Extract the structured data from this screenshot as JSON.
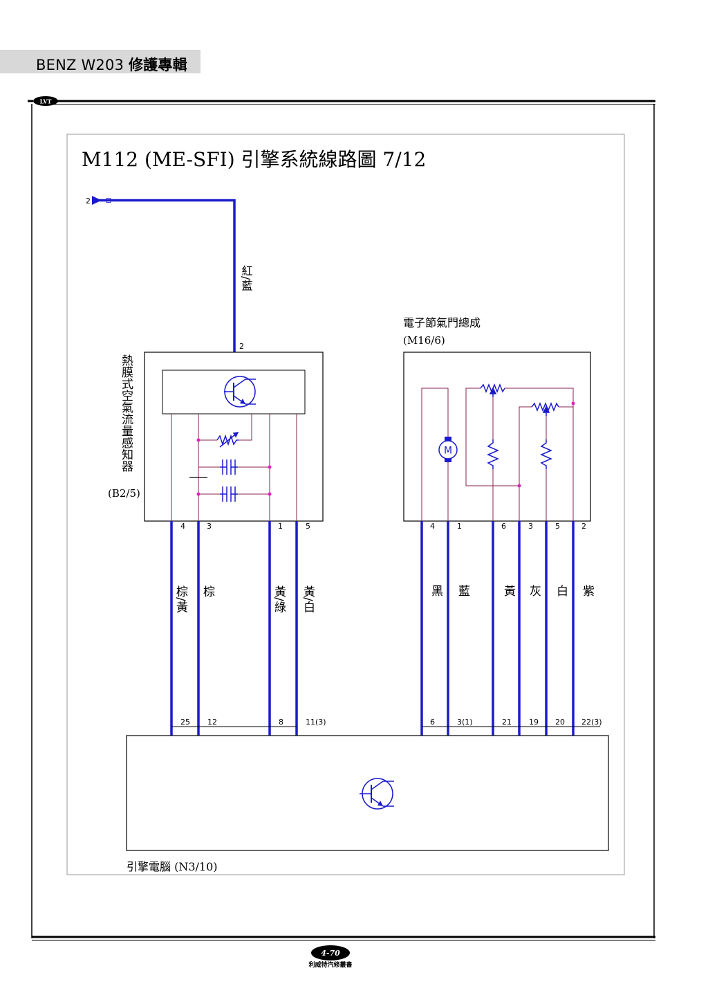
{
  "header": {
    "title_latin": "BENZ W203 ",
    "title_cjk": "修護專輯",
    "logo_text": "LVT"
  },
  "diagram": {
    "title": "M112 (ME-SFI) 引擎系統線路圖 7/12",
    "input_connector": {
      "pin": "2",
      "wire_color": "紅/藍"
    },
    "maf_sensor": {
      "name": "熱膜式空氣流量感知器",
      "code": "(B2/5)",
      "top_pin": "2",
      "pins": [
        "4",
        "3",
        "1",
        "5"
      ],
      "wire_colors": [
        "棕/黃",
        "棕",
        "黃/綠",
        "黃/白"
      ],
      "ecu_pins": [
        "25",
        "12",
        "8",
        "11(3)"
      ]
    },
    "throttle": {
      "name": "電子節氣門總成",
      "code": "(M16/6)",
      "motor_symbol": "M",
      "pins": [
        "4",
        "1",
        "6",
        "3",
        "5",
        "2"
      ],
      "wire_colors": [
        "黑",
        "藍",
        "黃",
        "灰",
        "白",
        "紫"
      ],
      "ecu_pins": [
        "6",
        "3(1)",
        "21",
        "19",
        "20",
        "22(3)"
      ]
    },
    "ecu": {
      "name": "引擎電腦 (N3/10)"
    },
    "colors": {
      "wire": "#1a1acc",
      "internal": "#8a2050",
      "node": "#e020c0"
    }
  },
  "footer": {
    "page_number": "4-70",
    "publisher": "利威特汽修叢書"
  }
}
